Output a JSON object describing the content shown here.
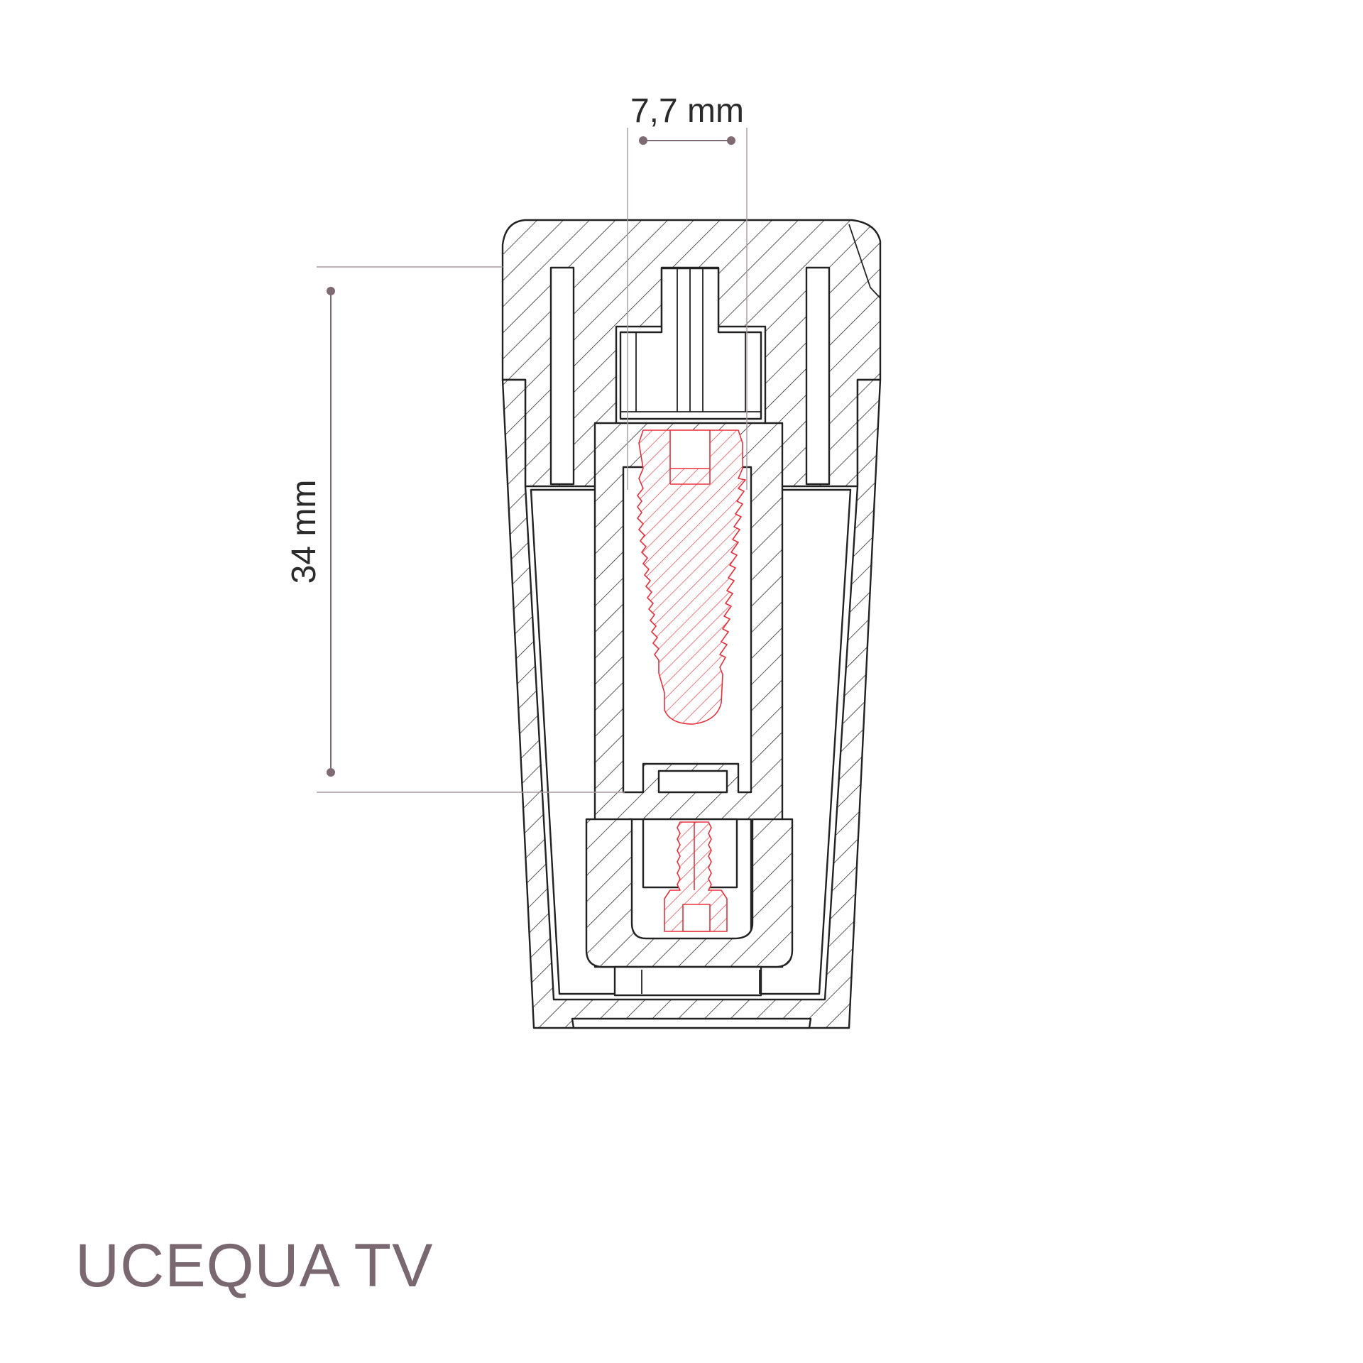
{
  "drawing": {
    "width_dimension": "7,7 mm",
    "height_dimension": "34 mm",
    "colors": {
      "outline": "#222222",
      "implant": "#e8303c",
      "dimension": "#7d6a72",
      "brand": "#7a6870",
      "background": "#ffffff"
    }
  },
  "brand": {
    "name": "UCEQUA TV"
  }
}
